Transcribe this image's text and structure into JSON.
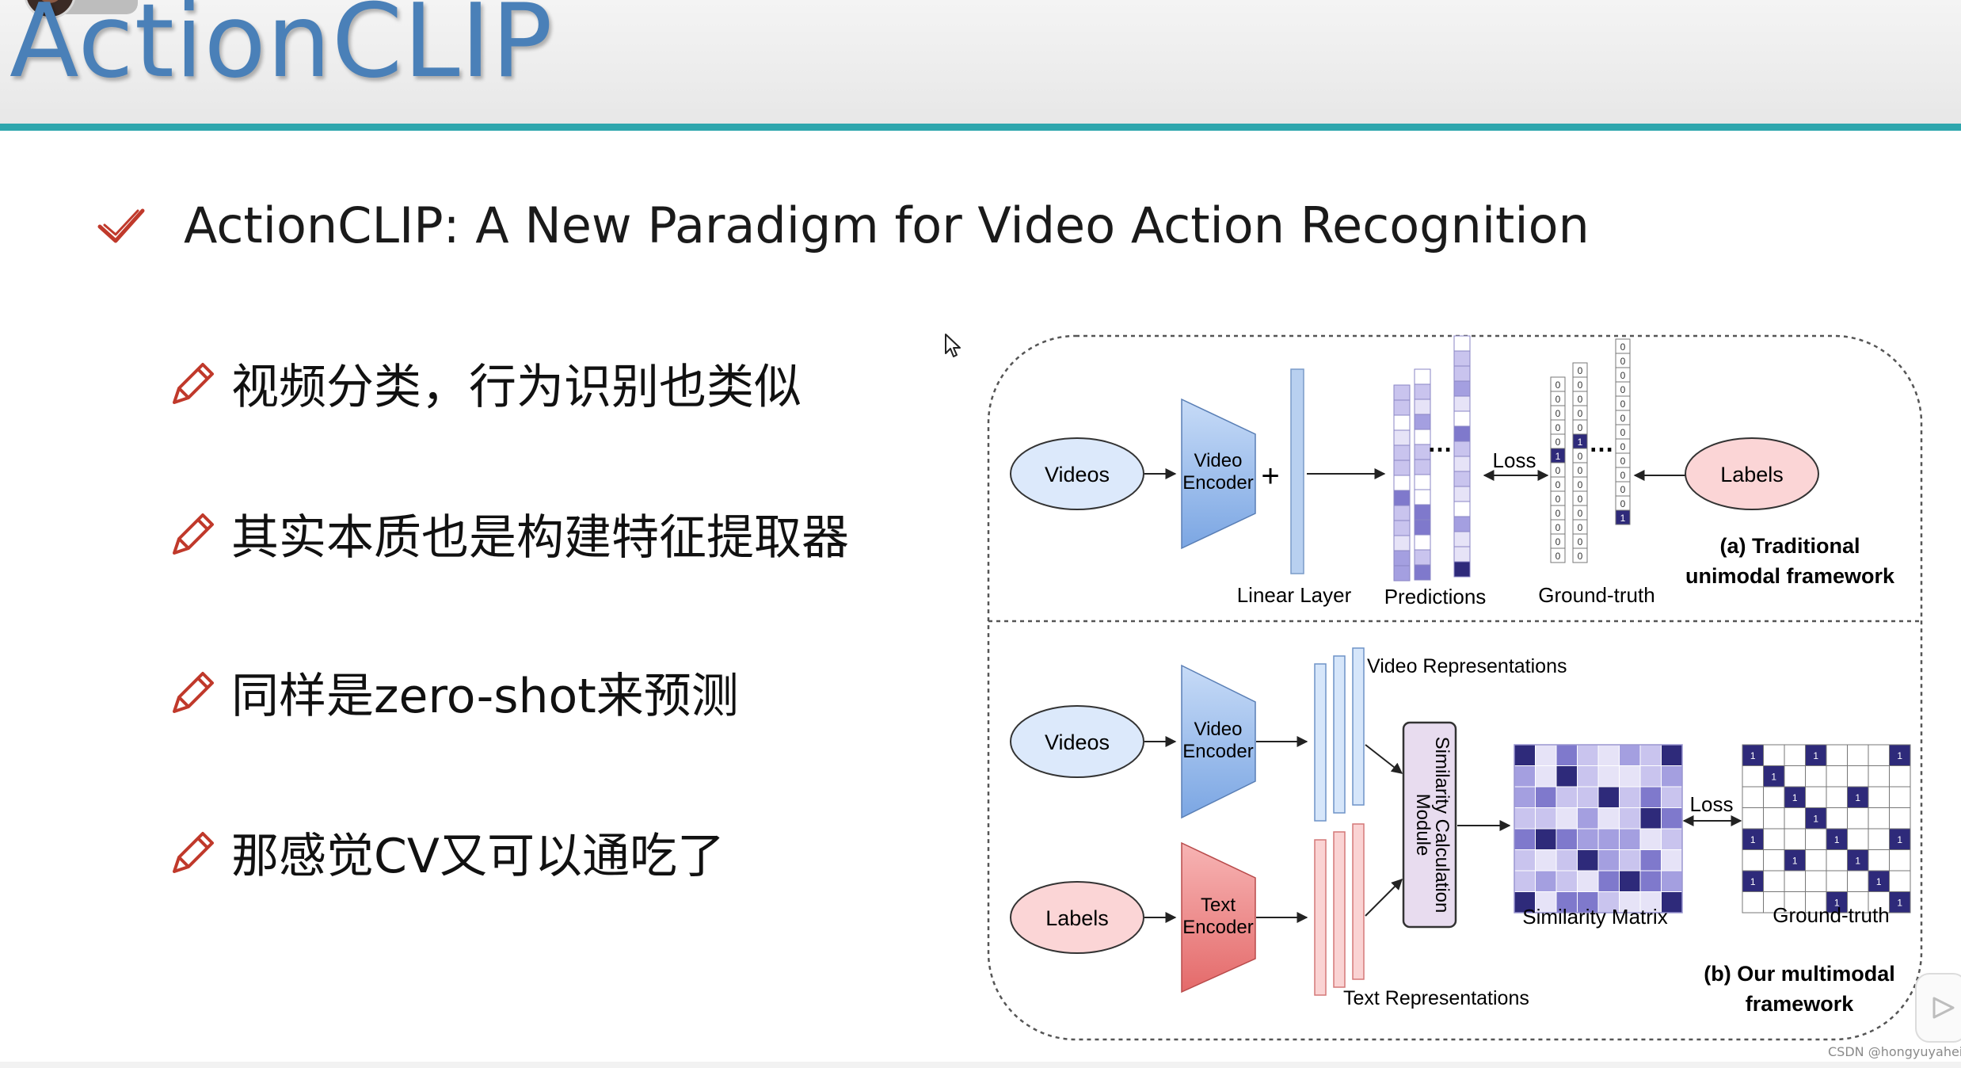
{
  "slide": {
    "title": "ActionCLIP",
    "heading": "ActionCLIP: A New Paradigm for Video Action Recognition",
    "bullets": [
      {
        "text": "视频分类，行为识别也类似"
      },
      {
        "text": "其实本质也是构建特征提取器"
      },
      {
        "text": "同样是zero-shot来预测"
      },
      {
        "text": "那感觉CV又可以通吃了"
      }
    ]
  },
  "figure": {
    "top": {
      "videos_label": "Videos",
      "encoder_line1": "Video",
      "encoder_line2": "Encoder",
      "plus": "+",
      "linear_layer_label": "Linear Layer",
      "predictions_label": "Predictions",
      "ellipsis": "…",
      "loss_label": "Loss",
      "ground_truth_label": "Ground-truth",
      "labels_label": "Labels",
      "caption_line1": "(a) Traditional",
      "caption_line2": "unimodal framework",
      "gt_digits": [
        "0",
        "0",
        "0",
        "0",
        "0",
        "1",
        "0",
        "0",
        "0",
        "0",
        "0",
        "0",
        "0",
        "0",
        "0",
        "0",
        "0",
        "0",
        "1",
        "0",
        "0",
        "0",
        "0",
        "0",
        "0",
        "0",
        "0",
        "0",
        "0",
        "0",
        "0",
        "0",
        "0",
        "0",
        "0",
        "0",
        "0",
        "0",
        "0",
        "1"
      ]
    },
    "bottom": {
      "videos_label": "Videos",
      "video_encoder_line1": "Video",
      "video_encoder_line2": "Encoder",
      "labels_label": "Labels",
      "text_encoder_line1": "Text",
      "text_encoder_line2": "Encoder",
      "video_repr_label": "Video Representations",
      "text_repr_label": "Text Representations",
      "sim_module_line1": "Similarity Calculation",
      "sim_module_line2": "Module",
      "loss_label": "Loss",
      "similarity_matrix_label": "Similarity Matrix",
      "ground_truth_label": "Ground-truth",
      "caption_line1": "(b) Our multimodal",
      "caption_line2": "framework",
      "one_label": "1"
    }
  },
  "watermark": "CSDN @hongyuyahei",
  "colors": {
    "accent_teal": "#2ea6ad",
    "title_blue": "#4a80b8",
    "icon_red": "#c0392b",
    "video_blue": "#dce9fb",
    "label_pink": "#fbd5d6",
    "matrix_dark": "#2e2a7a"
  }
}
